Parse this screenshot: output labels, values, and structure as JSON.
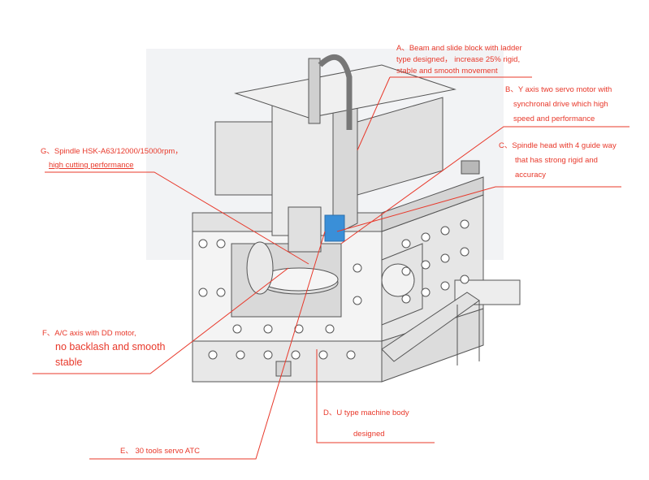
{
  "colors": {
    "annotation": "#e8382a",
    "machine_stroke": "#555555",
    "machine_fill": "#eeeeee",
    "highlight": "#3a8fd8"
  },
  "callouts": {
    "A": [
      "A、Beam and slide block with ladder",
      "type designed， increase 25% rigid,",
      "stable and smooth movement"
    ],
    "B": [
      "B、Y axis two servo motor with",
      "synchronal drive which high",
      "speed and performance"
    ],
    "C": [
      "C、Spindle head with 4 guide way",
      "that has strong rigid and",
      "accuracy"
    ],
    "D": [
      "D、U type machine body",
      "designed"
    ],
    "E": [
      "E、 30 tools servo ATC"
    ],
    "F": [
      "F、A/C axis with DD motor,",
      "no backlash and smooth",
      "stable"
    ],
    "G": [
      "G、Spindle HSK-A63/12000/15000rpm，",
      "high cutting performance"
    ]
  }
}
